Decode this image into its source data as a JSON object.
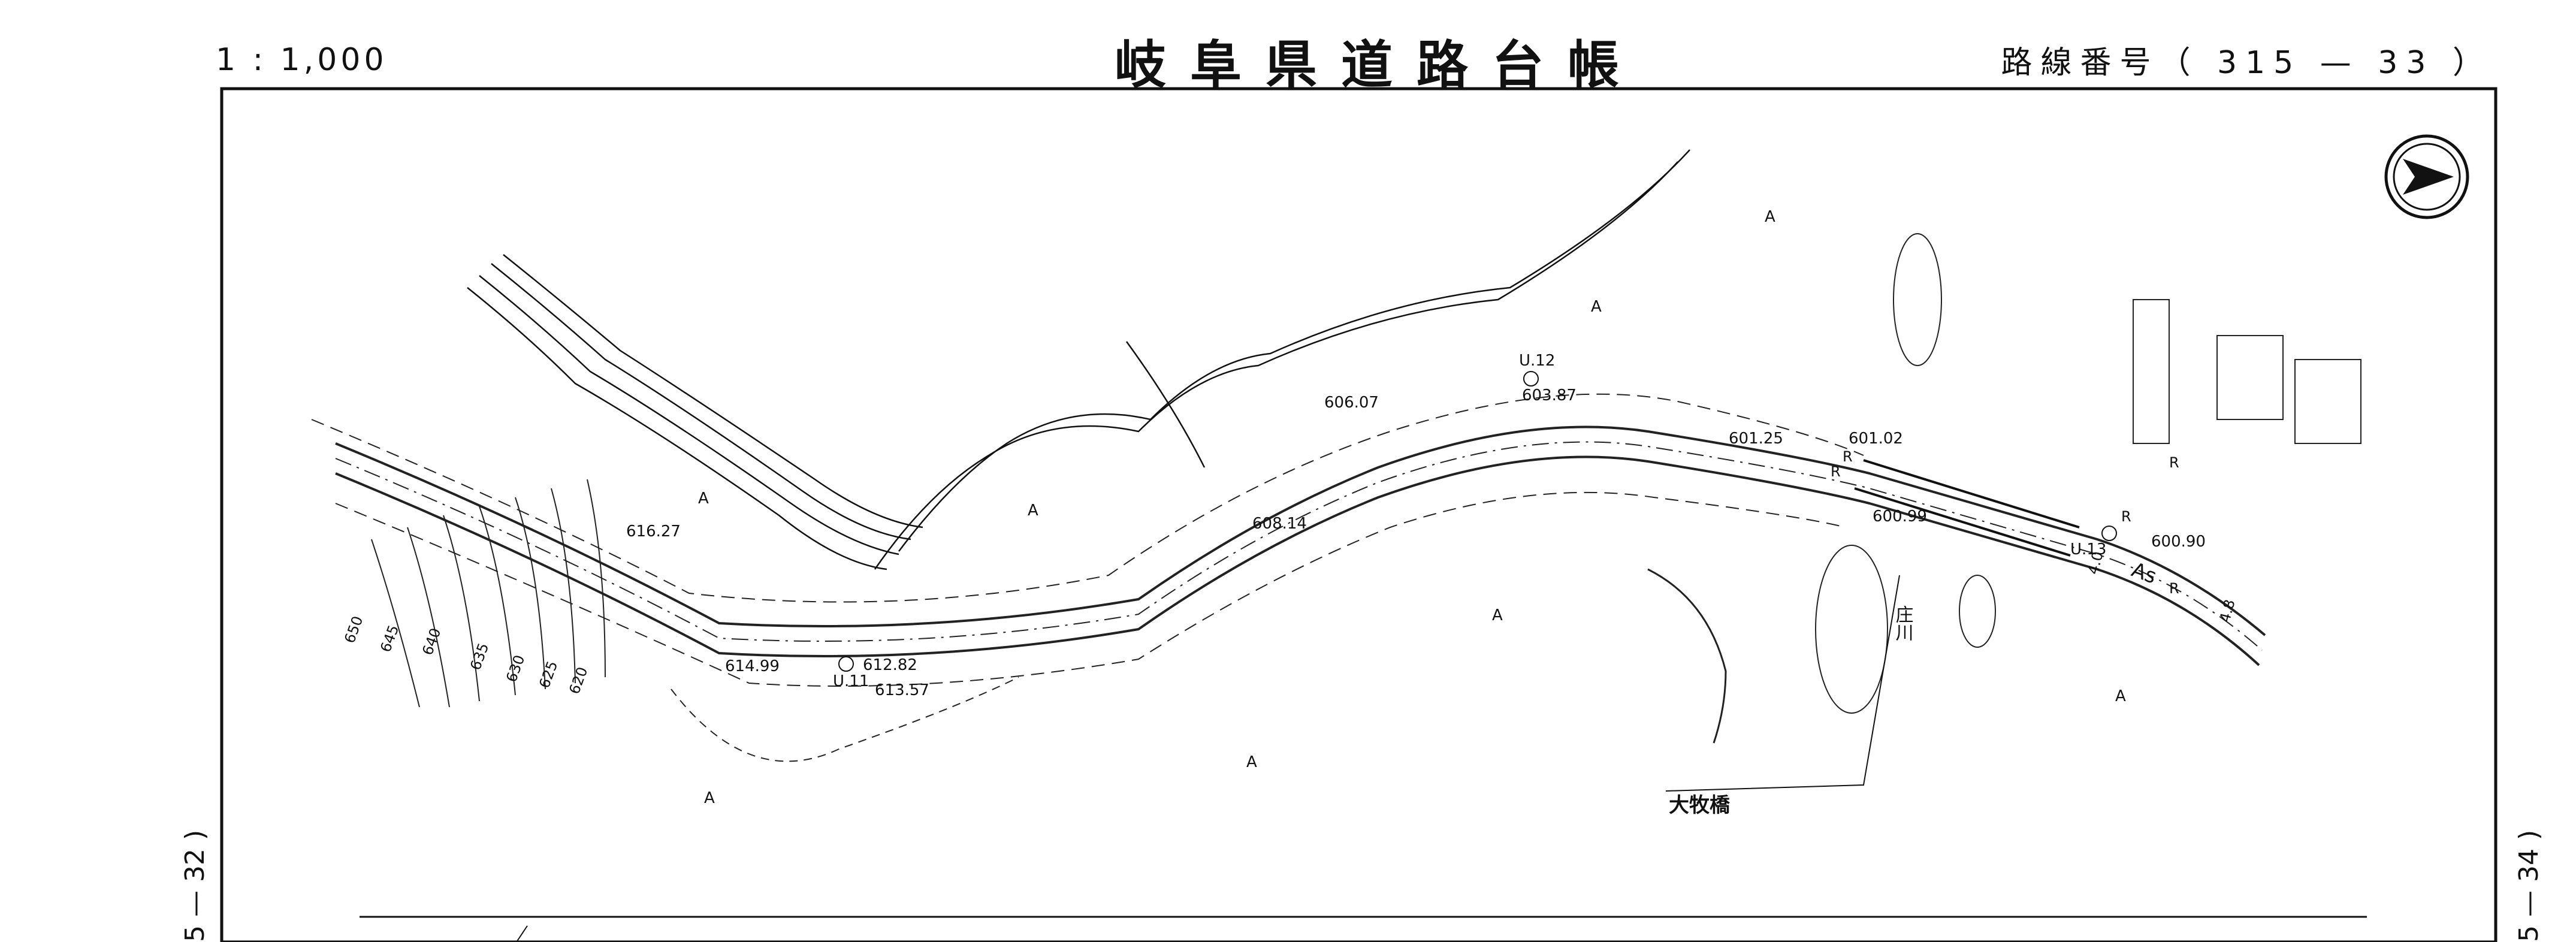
{
  "header": {
    "scale": "1 : 1,000",
    "title": "岐阜県道路台帳",
    "route": "路線番号（ 315 — 33 ）"
  },
  "side": {
    "left": "5 — 32 )",
    "right": "5 — 34 )"
  },
  "map": {
    "elevations": [
      "616.27",
      "606.07",
      "603.87",
      "608.14",
      "614.99",
      "612.82",
      "613.57",
      "601.25",
      "601.02",
      "600.99",
      "600.90"
    ],
    "points": [
      "U.11",
      "U.12",
      "U.13"
    ],
    "contours": [
      "650",
      "645",
      "640",
      "635",
      "630",
      "625",
      "620"
    ],
    "bridge_name": "大牧橋",
    "river_name": "庄川",
    "surface": "As",
    "road_marks": [
      "R",
      "R",
      "R",
      "R",
      "R"
    ],
    "distance_marks": [
      "4.0",
      "4.8"
    ],
    "marks": [
      "A",
      "A",
      "A",
      "A",
      "A",
      "A",
      "A",
      "A"
    ],
    "north_arrow": "north-arrow-icon"
  }
}
